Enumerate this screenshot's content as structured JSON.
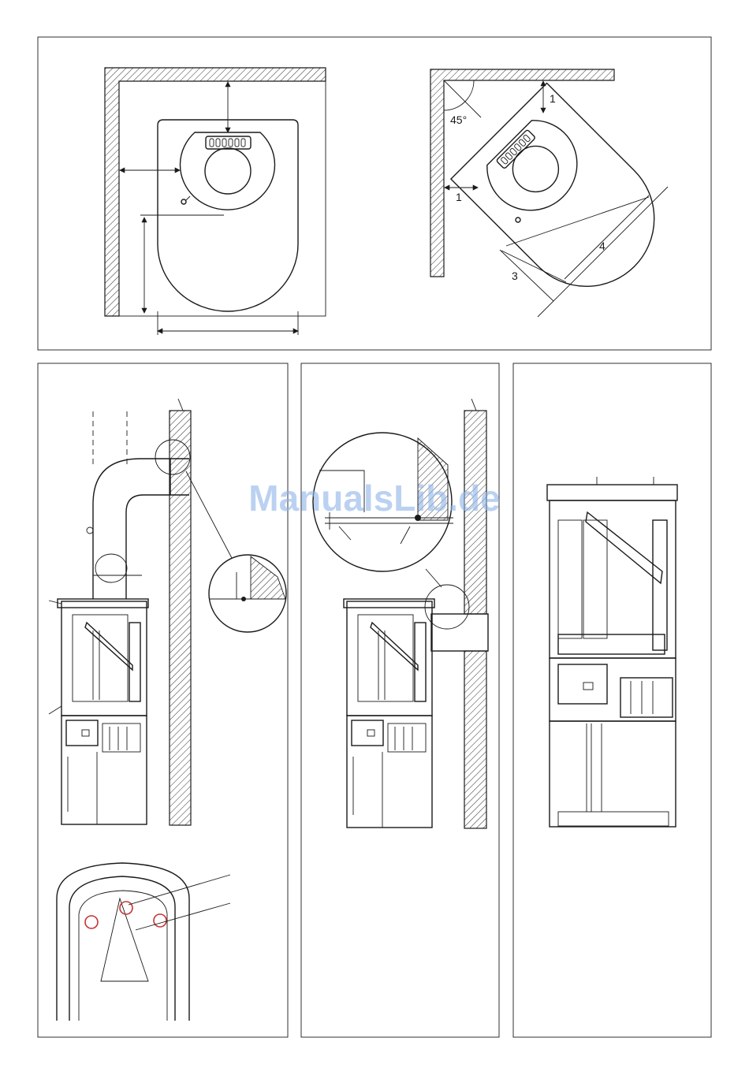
{
  "watermark": "ManualsLib.de",
  "corner_diagram": {
    "angle_label": "45°",
    "dimension_labels": [
      "1",
      "1",
      "3",
      "4"
    ]
  },
  "colors": {
    "line": "#1a1a1a",
    "watermark": "#8fb4e8",
    "highlight_circle": "#c83232"
  }
}
